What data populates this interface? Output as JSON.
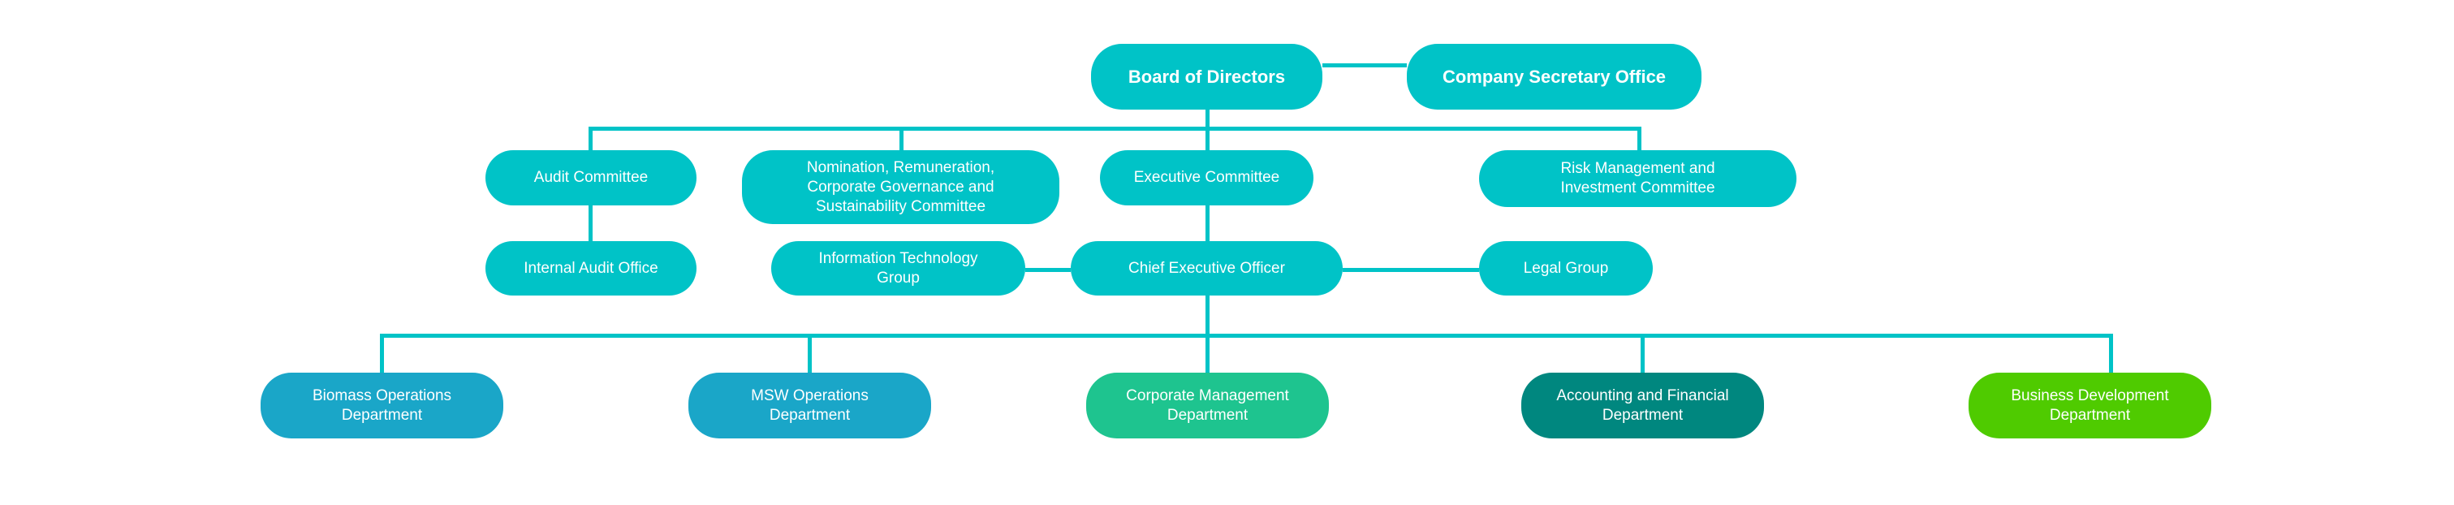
{
  "board": "Board of Directors",
  "secretary": "Company Secretary Office",
  "audit_committee": "Audit Committee",
  "nomination": "Nomination, Remuneration, Corporate Governance and Sustainability Committee",
  "executive_committee": "Executive Committee",
  "risk": "Risk Management and Investment Committee",
  "internal_audit": "Internal Audit Office",
  "it_group": "Information Technology Group",
  "ceo": "Chief Executive Officer",
  "legal": "Legal Group",
  "departments": [
    {
      "label": "Biomass Operations Department",
      "color": "#1aa6c8"
    },
    {
      "label": "MSW Operations Department",
      "color": "#1aa6c8"
    },
    {
      "label": "Corporate Management Department",
      "color": "#1ec48f"
    },
    {
      "label": "Accounting and Financial Department",
      "color": "#00877f"
    },
    {
      "label": "Business Development Department",
      "color": "#4fcb00"
    }
  ],
  "colors": {
    "primary": "#00c3c7"
  }
}
